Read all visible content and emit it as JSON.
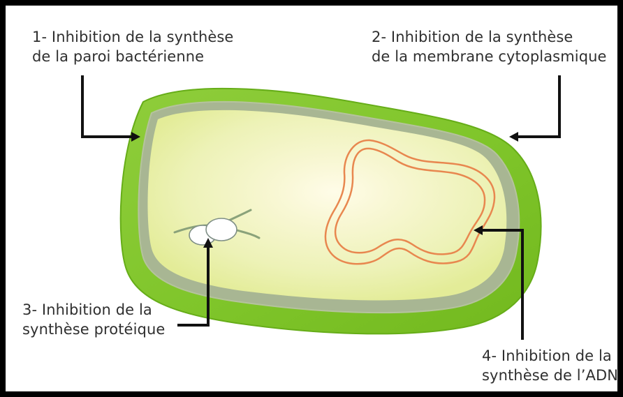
{
  "labels": {
    "wall_synthesis": {
      "line1": "1- Inhibition de la synthèse",
      "line2": "de la paroi bactérienne"
    },
    "membrane_synthesis": {
      "line1": "2- Inhibition de la synthèse",
      "line2": "de la membrane cytoplasmique"
    },
    "protein_synthesis": {
      "line1": "3- Inhibition de la",
      "line2": "synthèse protéique"
    },
    "dna_synthesis": {
      "line1": "4- Inhibition de la",
      "line2": "synthèse de l’ADN"
    }
  },
  "colors": {
    "cell_wall": "#79c423",
    "membrane": "#a7b58a",
    "cytoplasm": "#e9f1a7",
    "cytoplasm_highlight": "#fffce8",
    "dna": "#e8874f",
    "ribosome": "#ffffff",
    "arrow": "#111111",
    "text": "#2f2f2f",
    "border": "#000000"
  }
}
